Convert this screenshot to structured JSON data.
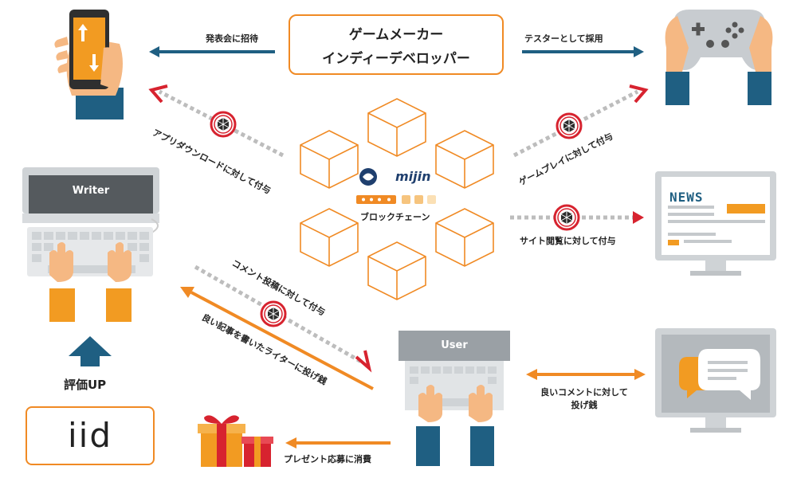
{
  "center": {
    "maker_line1": "ゲームメーカー",
    "maker_line2": "インディーデベロッパー",
    "blockchain_label": "ブロックチェーン",
    "brand": "mijin"
  },
  "labels": {
    "invite": "発表会に招待",
    "tester": "テスターとして採用",
    "app_download": "アプリダウンロードに対して付与",
    "game_play": "ゲームプレイに対して付与",
    "site_view": "サイト閲覧に対して付与",
    "comment_post": "コメント投稿に対して付与",
    "tip_writer": "良い記事を書いたライターに投げ銭",
    "good_comment_line1": "良いコメントに対して",
    "good_comment_line2": "投げ銭",
    "present": "プレゼント応募に消費",
    "rating_up": "評価UP"
  },
  "nodes": {
    "writer": "Writer",
    "user": "User",
    "news": "NEWS",
    "iid": "iid"
  },
  "colors": {
    "accent_orange": "#f08a24",
    "arrow_blue": "#1f5f82",
    "arrow_red": "#d7232f",
    "dotted_gray": "#bdbdbd",
    "skin": "#f5b883",
    "sleeve_orange": "#f29b22",
    "sleeve_blue": "#1f5f82"
  },
  "icons": [
    "smartphone-icon",
    "gamepad-icon",
    "laptop-icon",
    "monitor-icon",
    "gift-icon",
    "coin-icon",
    "up-arrow-icon"
  ]
}
